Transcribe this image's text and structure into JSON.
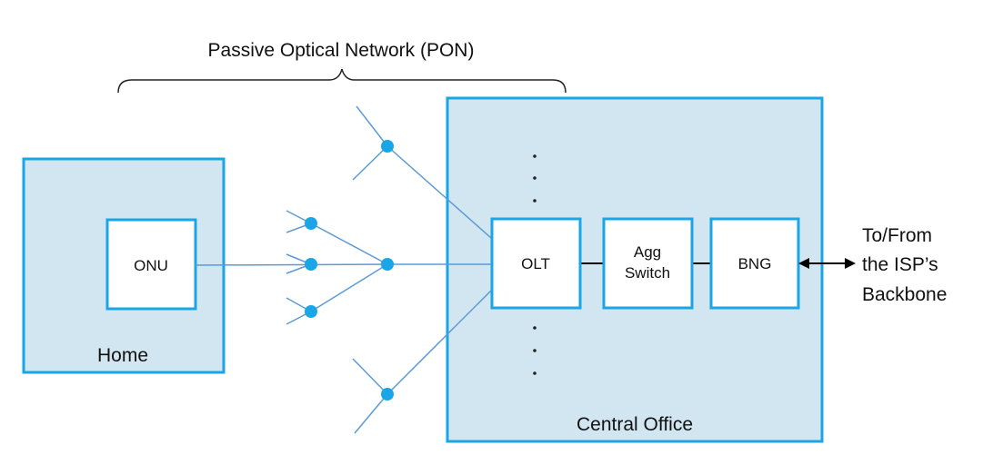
{
  "title": "Passive Optical Network (PON)",
  "home": {
    "label": "Home",
    "onu_label": "ONU"
  },
  "central_office": {
    "label": "Central Office",
    "olt_label": "OLT",
    "agg_switch_label_line1": "Agg",
    "agg_switch_label_line2": "Switch",
    "bng_label": "BNG"
  },
  "external": {
    "line1": "To/From",
    "line2": "the ISP’s",
    "line3": "Backbone"
  },
  "colors": {
    "outline_blue": "#1aa6e6",
    "fill_light_blue": "#d1e6f1",
    "fiber_blue": "#5b9bd5",
    "splitter_blue": "#1aa6e6",
    "link_black": "#000000"
  }
}
